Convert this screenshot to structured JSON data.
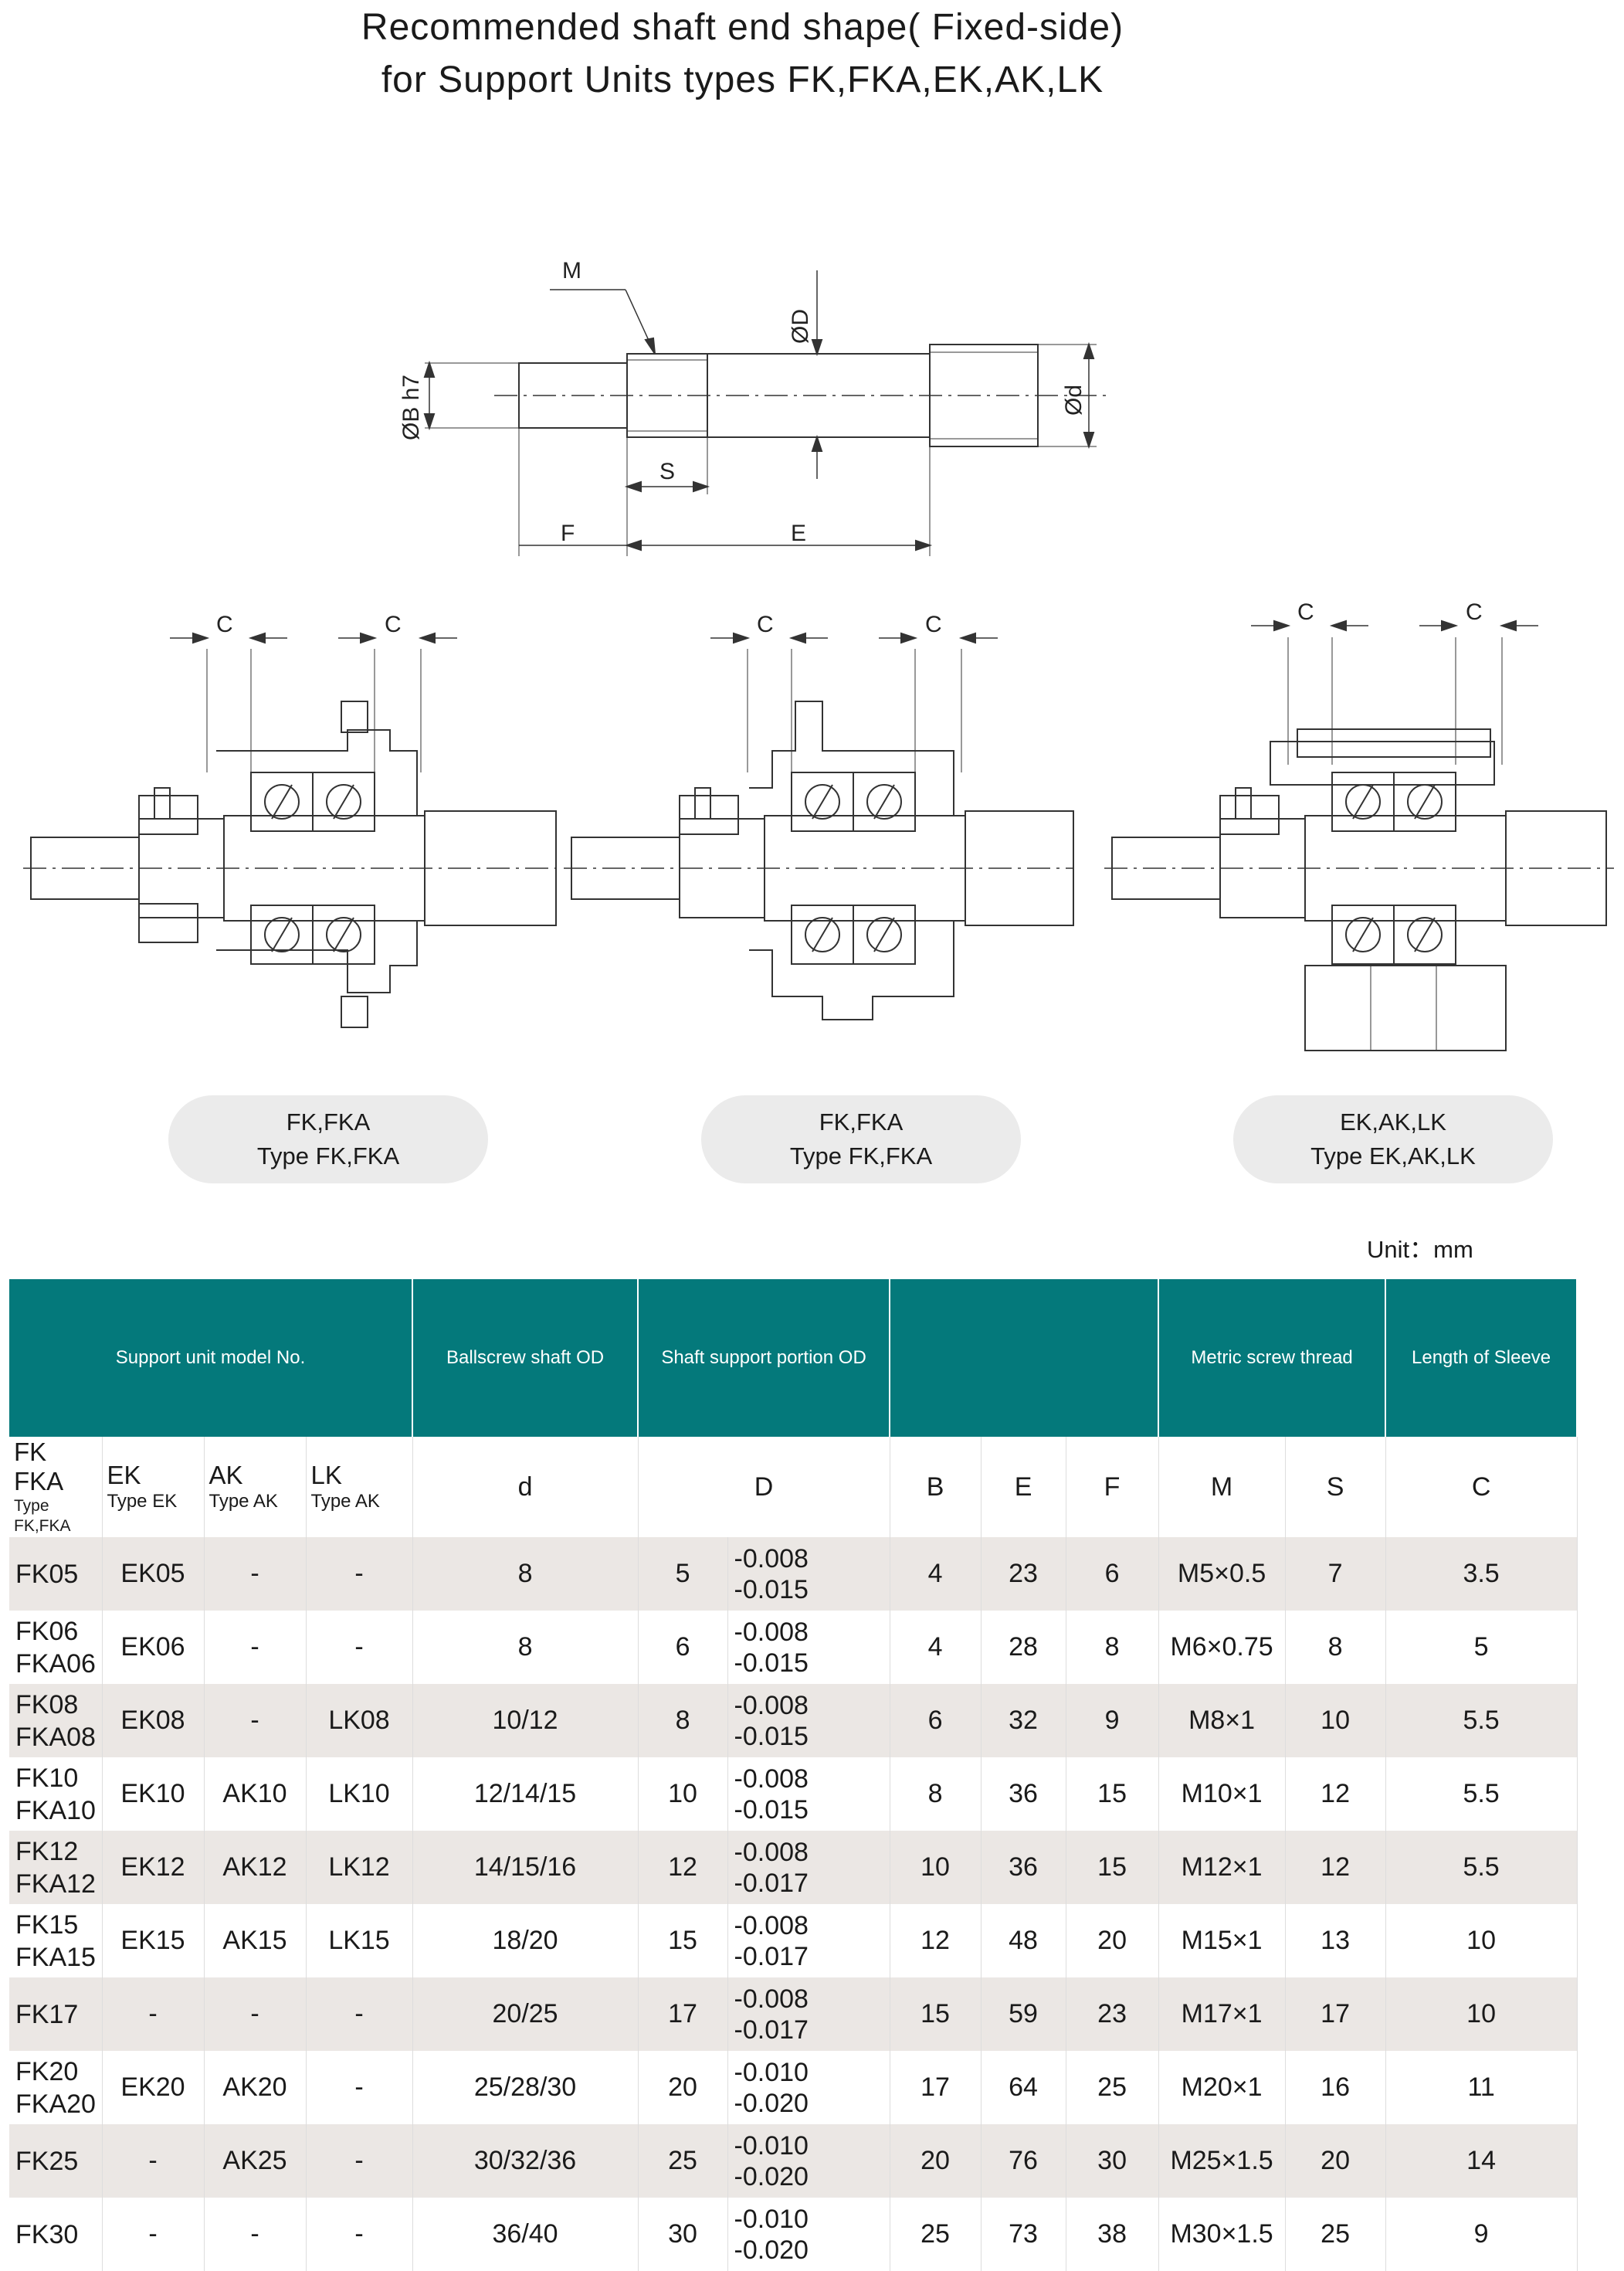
{
  "title": {
    "line1": "Recommended shaft end shape( Fixed-side)",
    "line2": "for Support Units types FK,FKA,EK,AK,LK"
  },
  "shaft_labels": {
    "M": "M",
    "D": "ØD",
    "B": "ØB h7",
    "d": "Ød",
    "S": "S",
    "F": "F",
    "E": "E"
  },
  "section_labels": {
    "C": "C"
  },
  "pills": [
    {
      "line1": "FK,FKA",
      "line2": "Type FK,FKA"
    },
    {
      "line1": "FK,FKA",
      "line2": "Type FK,FKA"
    },
    {
      "line1": "EK,AK,LK",
      "line2": "Type EK,AK,LK"
    }
  ],
  "unit": "Unit：mm",
  "table": {
    "headers": {
      "model": "Support unit model No.",
      "shaft_od": "Ballscrew shaft OD",
      "support_od": "Shaft support portion OD",
      "thread": "Metric screw thread",
      "sleeve": "Length of Sleeve"
    },
    "subheaders": {
      "fk_a": "FK",
      "fk_b": "FKA",
      "fk_type": "Type FK,FKA",
      "ek": "EK",
      "ek_type": "Type EK",
      "ak": "AK",
      "ak_type": "Type AK",
      "lk": "LK",
      "lk_type": "Type AK",
      "d": "d",
      "D": "D",
      "B": "B",
      "E": "E",
      "F": "F",
      "M": "M",
      "S": "S",
      "C": "C"
    },
    "rows": [
      {
        "fk": "FK05",
        "fka": "",
        "ek": "EK05",
        "ak": "-",
        "lk": "-",
        "d": "8",
        "D": "5",
        "tol_u": "-0.008",
        "tol_l": "-0.015",
        "B": "4",
        "E": "23",
        "F": "6",
        "M": "M5×0.5",
        "S": "7",
        "C": "3.5"
      },
      {
        "fk": "FK06",
        "fka": "FKA06",
        "ek": "EK06",
        "ak": "-",
        "lk": "-",
        "d": "8",
        "D": "6",
        "tol_u": "-0.008",
        "tol_l": "-0.015",
        "B": "4",
        "E": "28",
        "F": "8",
        "M": "M6×0.75",
        "S": "8",
        "C": "5"
      },
      {
        "fk": "FK08",
        "fka": "FKA08",
        "ek": "EK08",
        "ak": "-",
        "lk": "LK08",
        "d": "10/12",
        "D": "8",
        "tol_u": "-0.008",
        "tol_l": "-0.015",
        "B": "6",
        "E": "32",
        "F": "9",
        "M": "M8×1",
        "S": "10",
        "C": "5.5"
      },
      {
        "fk": "FK10",
        "fka": "FKA10",
        "ek": "EK10",
        "ak": "AK10",
        "lk": "LK10",
        "d": "12/14/15",
        "D": "10",
        "tol_u": "-0.008",
        "tol_l": "-0.015",
        "B": "8",
        "E": "36",
        "F": "15",
        "M": "M10×1",
        "S": "12",
        "C": "5.5"
      },
      {
        "fk": "FK12",
        "fka": "FKA12",
        "ek": "EK12",
        "ak": "AK12",
        "lk": "LK12",
        "d": "14/15/16",
        "D": "12",
        "tol_u": "-0.008",
        "tol_l": "-0.017",
        "B": "10",
        "E": "36",
        "F": "15",
        "M": "M12×1",
        "S": "12",
        "C": "5.5"
      },
      {
        "fk": "FK15",
        "fka": "FKA15",
        "ek": "EK15",
        "ak": "AK15",
        "lk": "LK15",
        "d": "18/20",
        "D": "15",
        "tol_u": "-0.008",
        "tol_l": "-0.017",
        "B": "12",
        "E": "48",
        "F": "20",
        "M": "M15×1",
        "S": "13",
        "C": "10"
      },
      {
        "fk": "FK17",
        "fka": "",
        "ek": "-",
        "ak": "-",
        "lk": "-",
        "d": "20/25",
        "D": "17",
        "tol_u": "-0.008",
        "tol_l": "-0.017",
        "B": "15",
        "E": "59",
        "F": "23",
        "M": "M17×1",
        "S": "17",
        "C": "10"
      },
      {
        "fk": "FK20",
        "fka": "FKA20",
        "ek": "EK20",
        "ak": "AK20",
        "lk": "-",
        "d": "25/28/30",
        "D": "20",
        "tol_u": "-0.010",
        "tol_l": "-0.020",
        "B": "17",
        "E": "64",
        "F": "25",
        "M": "M20×1",
        "S": "16",
        "C": "11"
      },
      {
        "fk": "FK25",
        "fka": "",
        "ek": "-",
        "ak": "AK25",
        "lk": "-",
        "d": "30/32/36",
        "D": "25",
        "tol_u": "-0.010",
        "tol_l": "-0.020",
        "B": "20",
        "E": "76",
        "F": "30",
        "M": "M25×1.5",
        "S": "20",
        "C": "14"
      },
      {
        "fk": "FK30",
        "fka": "",
        "ek": "-",
        "ak": "-",
        "lk": "-",
        "d": "36/40",
        "D": "30",
        "tol_u": "-0.010",
        "tol_l": "-0.020",
        "B": "25",
        "E": "73",
        "F": "38",
        "M": "M30×1.5",
        "S": "25",
        "C": "9"
      }
    ]
  }
}
